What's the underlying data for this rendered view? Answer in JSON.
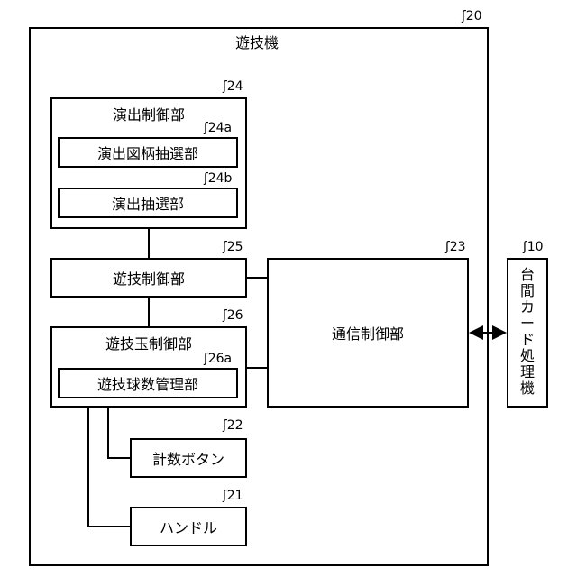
{
  "machine": {
    "title": "遊技機",
    "ref": "20"
  },
  "presentation_ctrl": {
    "title": "演出制御部",
    "ref": "24"
  },
  "symbol_lottery": {
    "label": "演出図柄抽選部",
    "ref": "24a"
  },
  "presentation_lottery": {
    "label": "演出抽選部",
    "ref": "24b"
  },
  "game_ctrl": {
    "label": "遊技制御部",
    "ref": "25"
  },
  "ball_ctrl": {
    "title": "遊技玉制御部",
    "ref": "26"
  },
  "ball_count_mgmt": {
    "label": "遊技球数管理部",
    "ref": "26a"
  },
  "comm_ctrl": {
    "label": "通信制御部",
    "ref": "23"
  },
  "count_button": {
    "label": "計数ボタン",
    "ref": "22"
  },
  "handle": {
    "label": "ハンドル",
    "ref": "21"
  },
  "card_unit": {
    "label": "台間カード処理機",
    "ref": "10"
  }
}
